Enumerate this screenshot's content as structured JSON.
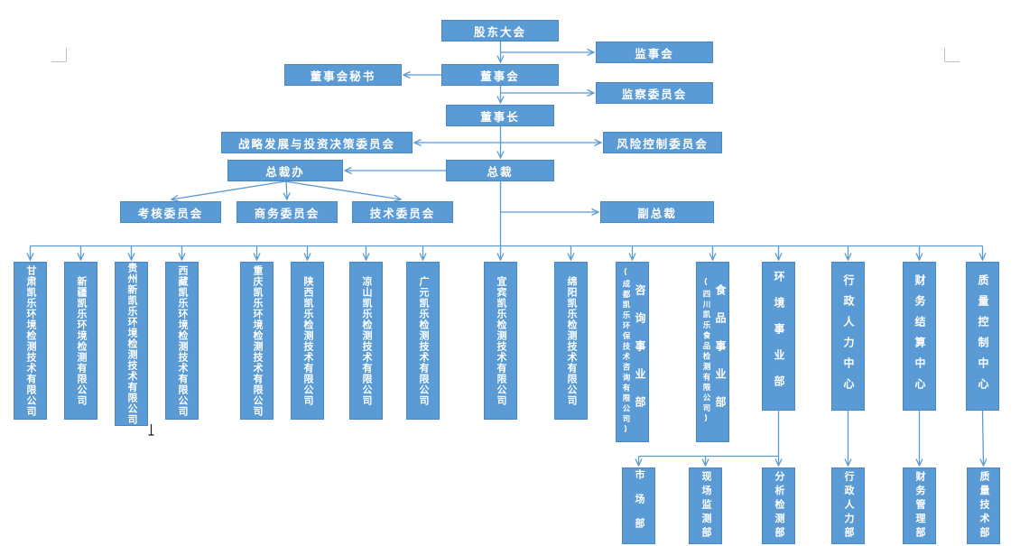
{
  "colors": {
    "node_fill": "#5B9BD5",
    "node_border": "#4A86C5",
    "node_text": "#FFFFFF",
    "connector": "#5B9BD5",
    "margin_mark": "#BFBFBF"
  },
  "nodes": {
    "shareholders_meeting": "股东大会",
    "supervisory_board": "监事会",
    "board_secretary": "董事会秘书",
    "board_of_directors": "董事会",
    "supervision_committee": "监察委员会",
    "chairman": "董事长",
    "strategy_investment_committee": "战略发展与投资决策委员会",
    "risk_control_committee": "风险控制委员会",
    "president_office": "总裁办",
    "president": "总裁",
    "assessment_committee": "考核委员会",
    "business_committee": "商务委员会",
    "technical_committee": "技术委员会",
    "vice_president": "副总裁"
  },
  "subsidiaries": [
    "甘肃凯乐环境检测技术有限公司",
    "新疆凯乐环境检测有限公司",
    "贵州新凯乐环境检测技术有限公司",
    "西藏凯乐环境检测技术有限公司",
    "重庆凯乐环境检测技术有限公司",
    "陕西凯乐检测技术有限公司",
    "凉山凯乐检测技术有限公司",
    "广元凯乐检测技术有限公司",
    "宜宾凯乐检测技术有限公司",
    "绵阳凯乐检测技术有限公司"
  ],
  "divisions": [
    {
      "label": "咨询事业部",
      "company": "(成都凯乐环保技术咨询有限公司)"
    },
    {
      "label": "食品事业部",
      "company": "(四川凯乐食品检测有限公司)"
    }
  ],
  "units": [
    "环境事业部",
    "行政人力中心",
    "财务结算中心",
    "质量控制中心"
  ],
  "departments": [
    "市场部",
    "现场监测部",
    "分析检测部",
    "行政人力部",
    "财务管理部",
    "质量技术部"
  ]
}
